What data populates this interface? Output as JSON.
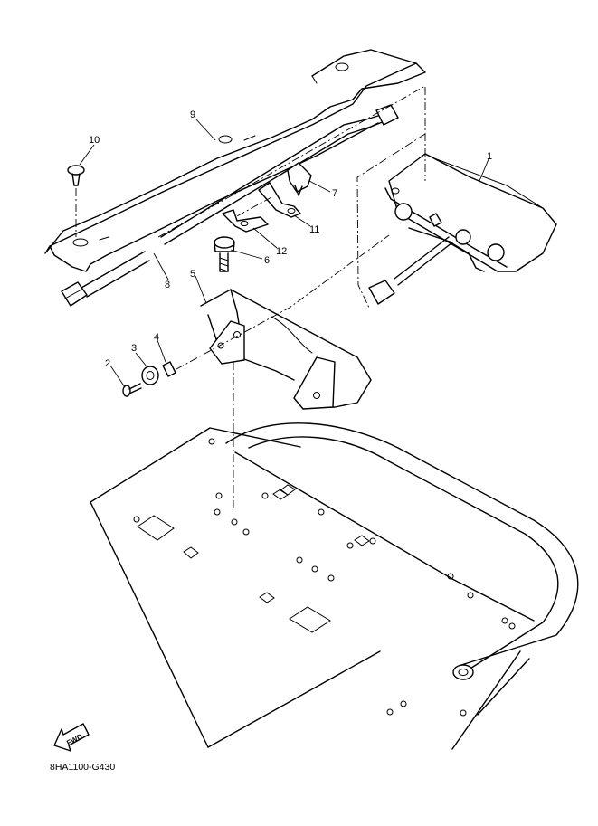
{
  "callouts": [
    {
      "id": "1",
      "label": "1"
    },
    {
      "id": "2",
      "label": "2"
    },
    {
      "id": "3",
      "label": "3"
    },
    {
      "id": "4",
      "label": "4"
    },
    {
      "id": "5",
      "label": "5"
    },
    {
      "id": "6",
      "label": "6"
    },
    {
      "id": "7",
      "label": "7"
    },
    {
      "id": "8",
      "label": "8"
    },
    {
      "id": "9",
      "label": "9"
    },
    {
      "id": "10",
      "label": "10"
    },
    {
      "id": "11",
      "label": "11"
    },
    {
      "id": "12",
      "label": "12"
    }
  ],
  "fwd_label": "FWD",
  "diagram_code": "8HA1100-G430"
}
